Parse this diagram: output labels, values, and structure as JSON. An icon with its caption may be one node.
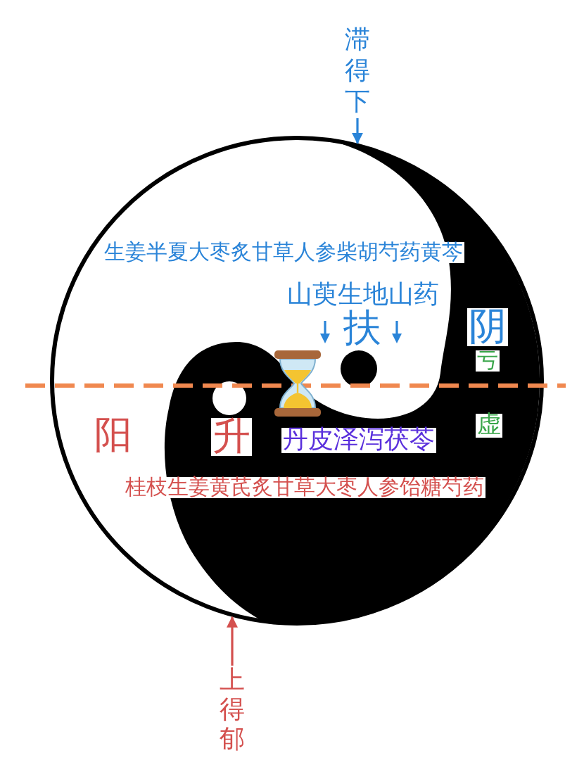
{
  "diagram": {
    "nodes": [
      {
        "text": [
          "滞得下"
        ]
      },
      {
        "text": [],
        "shape": "circle"
      },
      {
        "text": [
          "上得郁"
        ]
      }
    ],
    "edges": [
      {
        "from": 0,
        "to": 1,
        "arrow": "to",
        "color": "#2a84d8"
      },
      {
        "from": 2,
        "to": 1,
        "arrow": "to",
        "color": "#d4504e"
      }
    ],
    "labels": [
      "生姜半夏大枣炙甘草人参柴胡芍药黄芩",
      "山萸生地山药",
      "扶",
      "阴",
      "亏",
      "阳",
      "升",
      "丹皮泽泻茯苓",
      "虚",
      "桂枝生姜黄芪炙甘草大枣人参饴糖芍药"
    ]
  }
}
